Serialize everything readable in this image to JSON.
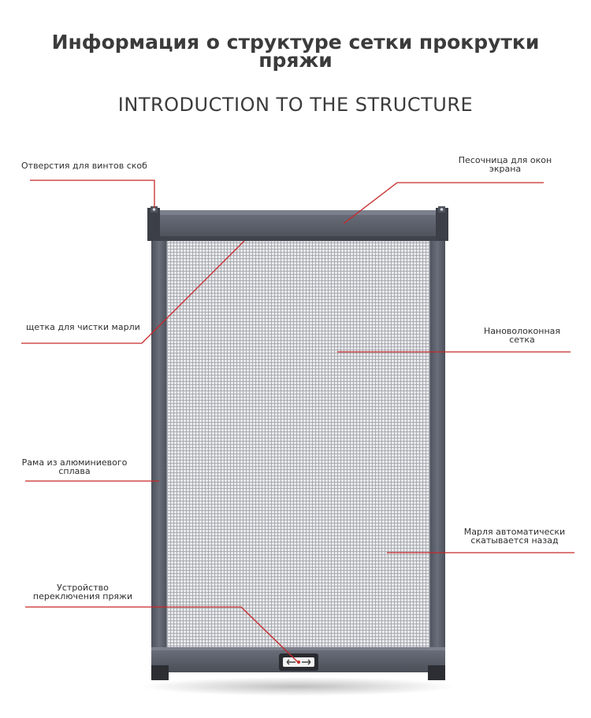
{
  "header": {
    "title_line1": "Информация о структуре сетки прокрутки",
    "title_line2": "пряжи",
    "subtitle": "INTRODUCTION TO THE STRUCTURE"
  },
  "callouts": {
    "screw_holes": "Отверстия для винтов скоб",
    "sandbox_line1": "Песочница для окон",
    "sandbox_line2": "экрана",
    "brush": "щетка для чистки марли",
    "nanofiber_line1": "Нановолоконная",
    "nanofiber_line2": "сетка",
    "frame_line1": "Рама из алюминиевого",
    "frame_line2": "сплава",
    "autoroll_line1": "Марля автоматически",
    "autoroll_line2": "скатывается назад",
    "switch_line1": "Устройство",
    "switch_line2": "переключения пряжи"
  },
  "colors": {
    "leader_line": "#c62828",
    "frame": "#5a5f6b",
    "frame_dark": "#3f434c",
    "mesh_bg": "#e6e7ea",
    "mesh_line": "#9a9ca3"
  }
}
